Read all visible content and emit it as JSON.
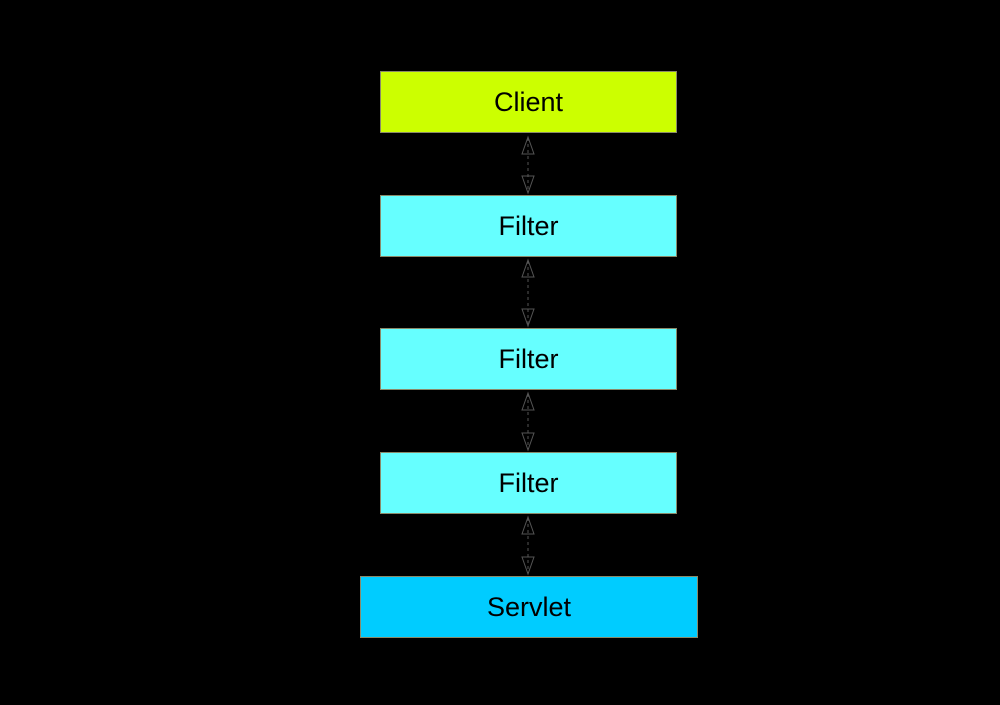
{
  "colors": {
    "background": "#000000",
    "client": "#ccff00",
    "filter": "#66ffff",
    "servlet": "#00ccff",
    "connector": "#555555"
  },
  "nodes": [
    {
      "label": "Client",
      "role": "client"
    },
    {
      "label": "Filter",
      "role": "filter"
    },
    {
      "label": "Filter",
      "role": "filter"
    },
    {
      "label": "Filter",
      "role": "filter"
    },
    {
      "label": "Servlet",
      "role": "servlet"
    }
  ]
}
